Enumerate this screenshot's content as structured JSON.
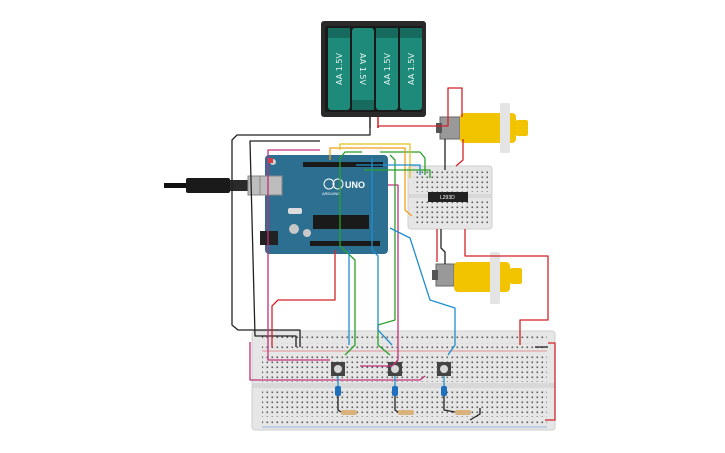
{
  "battery": {
    "cells": [
      {
        "label": "AA 1.5V",
        "flipped": false
      },
      {
        "label": "AA 1.5V",
        "flipped": true
      },
      {
        "label": "AA 1.5V",
        "flipped": false
      },
      {
        "label": "AA 1.5V",
        "flipped": false
      }
    ]
  },
  "arduino": {
    "model": "UNO",
    "brand": "ARDUINO"
  },
  "driver_chip": {
    "label": "L293D"
  },
  "colors": {
    "board": "#2d6f91",
    "breadboard": "#e6e6e6",
    "motor": "#f2c400",
    "battery": "#1e8a7a",
    "wire_red": "#d2232a",
    "wire_black": "#222222",
    "wire_green": "#2aa02a",
    "wire_blue": "#1f8fcf",
    "wire_orange": "#f29d1b",
    "wire_magenta": "#c2307a",
    "wire_yellow": "#e3c21a"
  },
  "components": {
    "buttons": 3,
    "resistors": 3,
    "leds": 3,
    "motors": 2
  }
}
